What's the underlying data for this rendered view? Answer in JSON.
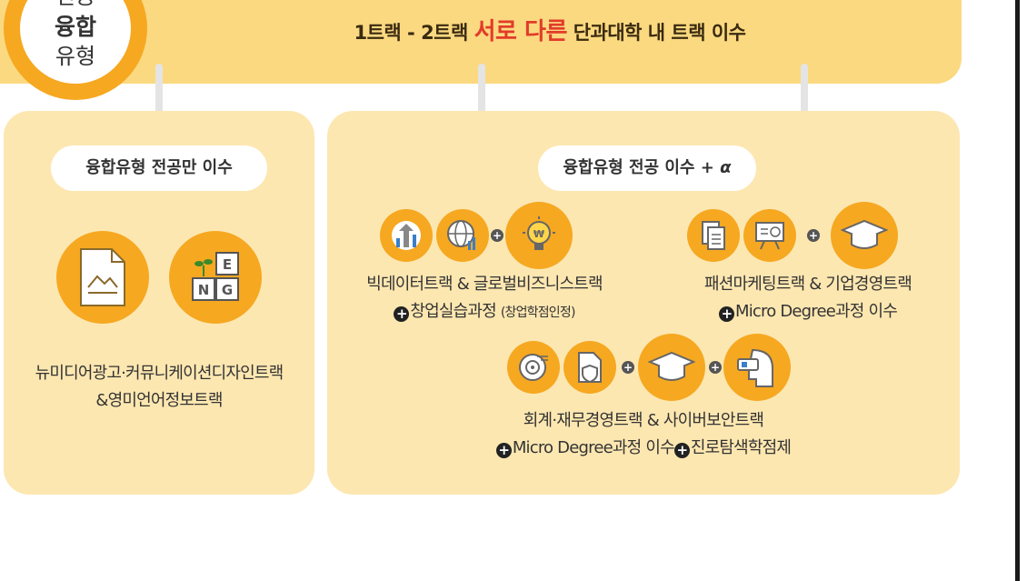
{
  "badge": {
    "line1": "전공",
    "line2": "융합",
    "line3": "유형"
  },
  "banner": {
    "pre": "1트랙 - 2트랙",
    "highlight": "서로 다른",
    "post": "단과대학 내 트랙 이수"
  },
  "left_panel": {
    "title": "융합유형 전공만 이수",
    "desc_line1": "뉴미디어광고·커뮤니케이션디자인트랙",
    "desc_line2": "&영미언어정보트랙",
    "icons": [
      "document-image-icon",
      "alphabet-blocks-icon"
    ]
  },
  "right_panel": {
    "title": "융합유형 전공 이수",
    "title_suffix": "+ α",
    "group1": {
      "line1": "빅데이터트랙 & 글로벌비즈니스트랙",
      "line2": "창업실습과정",
      "line2_note": "(창업학점인정)",
      "icons": [
        "growth-chart-icon",
        "globe-chart-icon",
        "lightbulb-icon"
      ]
    },
    "group2": {
      "line1": "패션마케팅트랙 & 기업경영트랙",
      "line2": "Micro Degree과정 이수",
      "icons": [
        "documents-icon",
        "presentation-board-icon",
        "graduation-cap-icon"
      ]
    },
    "group3": {
      "line1": "회계·재무경영트랙 & 사이버보안트랙",
      "line2a": "Micro Degree과정 이수",
      "line2b": "진로탐색학점제",
      "icons": [
        "target-disk-icon",
        "shield-document-icon",
        "graduation-cap-icon",
        "vr-head-icon"
      ]
    }
  },
  "colors": {
    "orange": "#f6a821",
    "banner": "#fbd980",
    "panel": "#fde7b1",
    "highlight": "#e23b2a"
  }
}
